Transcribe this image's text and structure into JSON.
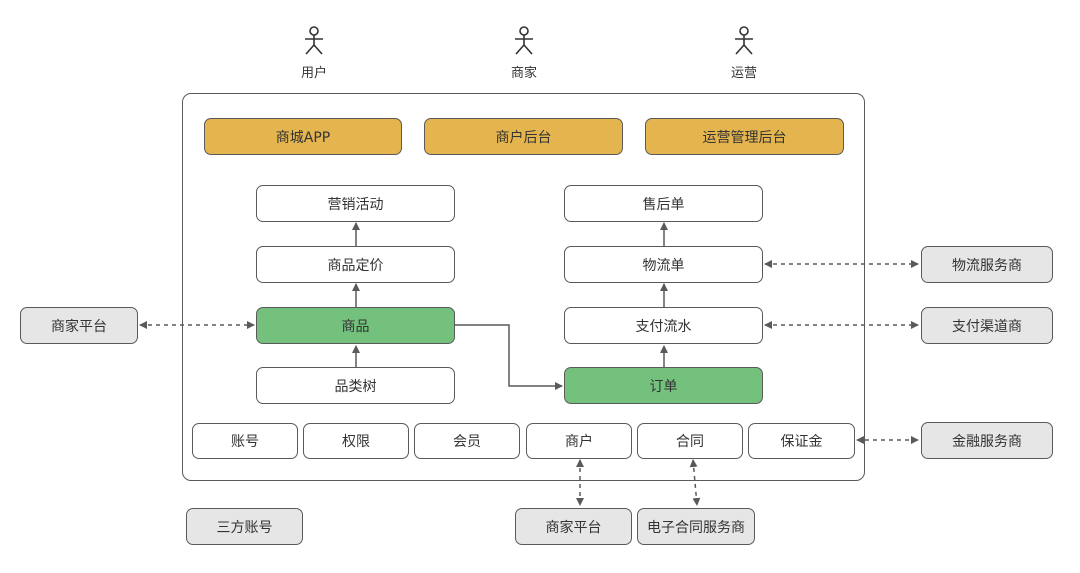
{
  "actors": {
    "user": "用户",
    "merchant": "商家",
    "operator": "运营"
  },
  "portals": {
    "mall_app": "商城APP",
    "merchant_backend": "商户后台",
    "ops_backend": "运营管理后台"
  },
  "product_side": {
    "marketing": "营销活动",
    "pricing": "商品定价",
    "product": "商品",
    "category_tree": "品类树"
  },
  "order_side": {
    "after_sales": "售后单",
    "logistics": "物流单",
    "payment_flow": "支付流水",
    "order": "订单"
  },
  "foundation": {
    "account": "账号",
    "permission": "权限",
    "member": "会员",
    "merchant": "商户",
    "contract": "合同",
    "deposit": "保证金"
  },
  "external": {
    "merchant_platform_left": "商家平台",
    "logistics_provider": "物流服务商",
    "payment_channel": "支付渠道商",
    "finance_provider": "金融服务商",
    "third_party_account": "三方账号",
    "merchant_platform_bottom": "商家平台",
    "e_contract_provider": "电子合同服务商"
  },
  "colors": {
    "portal": "#e4b54e",
    "core": "#74c17e",
    "external": "#e6e6e6",
    "stroke": "#5a5a5a"
  }
}
